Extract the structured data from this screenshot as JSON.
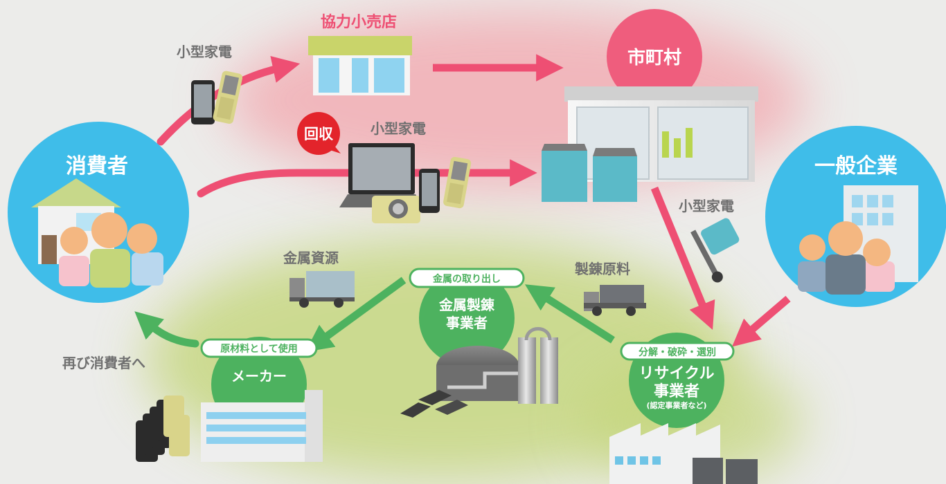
{
  "colors": {
    "background": "#ececea",
    "pink_glow": "#f3a6ad",
    "green_glow": "#c4d67a",
    "pink_arrow": "#ee4f73",
    "green_arrow": "#4db25f",
    "blue_circle": "#3fbde9",
    "pink_circle": "#ef5d7d",
    "green_circle": "#4db25f",
    "collect_badge": "#e3242b",
    "gray_text": "#707070",
    "pink_text": "#ee4f73"
  },
  "nodes": {
    "consumer": "消費者",
    "retailer": "協力小売店",
    "municipality": "市町村",
    "company": "一般企業",
    "smelter_line1": "金属製錬",
    "smelter_line2": "事業者",
    "recycler_line1": "リサイクル",
    "recycler_line2": "事業者",
    "recycler_sub": "(認定事業者など)",
    "maker": "メーカー"
  },
  "labels": {
    "small_appliance_1": "小型家電",
    "small_appliance_2": "小型家電",
    "small_appliance_3": "小型家電",
    "collection_badge": "回収",
    "metal_resources": "金属資源",
    "smelting_raw_materials": "製錬原料",
    "back_to_consumers": "再び消費者へ"
  },
  "process_tags": {
    "metal_extraction": "金属の取り出し",
    "used_as_raw_material": "原材料として使用",
    "sort_crush": "分解・破砕・選別"
  },
  "icons": [
    "house-icon",
    "family-icon",
    "shop-icon",
    "phone-icon",
    "feature-phone-icon",
    "laptop-icon",
    "camera-icon",
    "warehouse-icon",
    "collection-box-icon",
    "office-building-icon",
    "businesspeople-icon",
    "hand-truck-icon",
    "truck-icon",
    "smelter-plant-icon",
    "recycle-factory-icon",
    "maker-factory-icon",
    "phone-stack-icon",
    "arrow-icon"
  ]
}
